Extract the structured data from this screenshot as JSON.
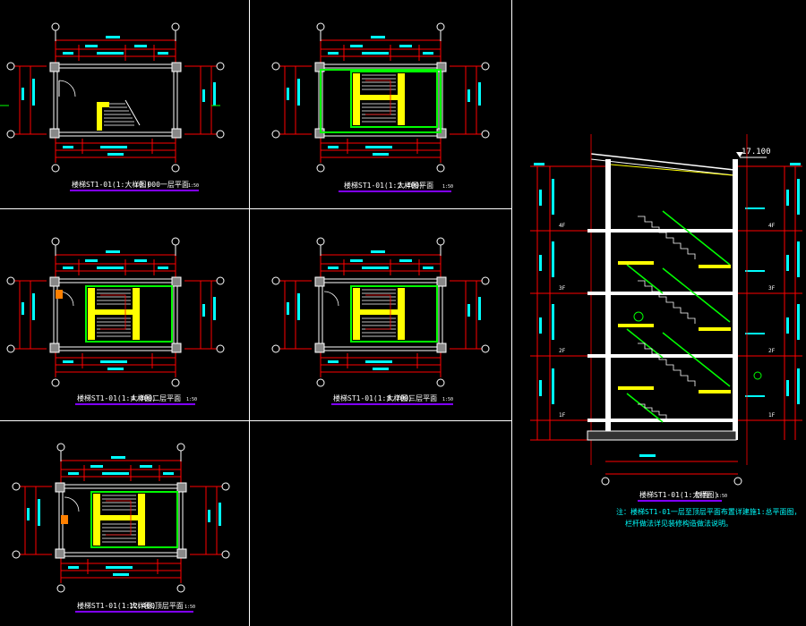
{
  "drawing": {
    "plans": [
      {
        "title": "楼梯ST1-01(1:大样图)",
        "level": "±0.000一层平面",
        "scale": "1:50"
      },
      {
        "title": "楼梯ST1-01(1:大样图)",
        "level": "2.400平面",
        "scale": "1:50"
      },
      {
        "title": "楼梯ST1-01(1:大样图)",
        "level": "4.800二层平面",
        "scale": "1:50"
      },
      {
        "title": "楼梯ST1-01(1:大样图)",
        "level": "8.700三层平面",
        "scale": "1:50"
      },
      {
        "title": "楼梯ST1-01(1:大样图)",
        "level": "12.400顶层平面",
        "scale": "1:50"
      }
    ],
    "section": {
      "title": "楼梯ST1-01(1:大样图)",
      "level": "剖面",
      "scale": "1:50",
      "top_elevation": "17.100",
      "floor_tags": [
        "4F",
        "3F",
        "2F",
        "1F"
      ],
      "note_line1": "注：楼梯ST1-01一层至顶层平面布置详建施1:总平面图，",
      "note_line2": "栏杆做法详见装修构造做法说明。"
    },
    "colors": {
      "background": "#000000",
      "frame": "#ffffff",
      "wall": "#ffffff",
      "dimension": "#ff0000",
      "text_dim": "#00ffff",
      "stair": "#ffff00",
      "outline": "#00ff00",
      "underline": "#8000ff"
    }
  }
}
